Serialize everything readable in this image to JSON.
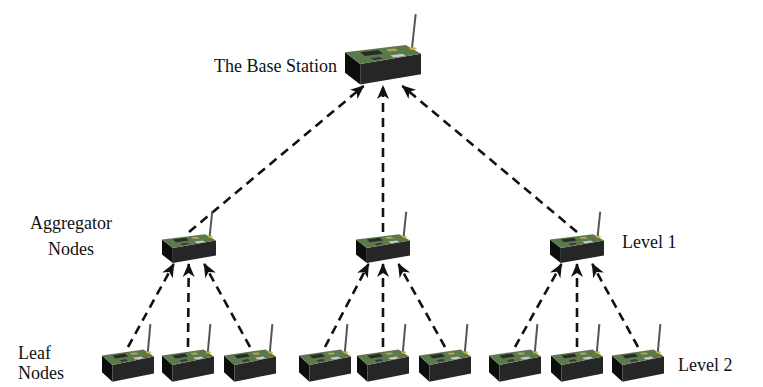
{
  "diagram": {
    "nodes": [
      {
        "text": [
          "The Base Station"
        ]
      },
      {
        "text": []
      },
      {
        "text": []
      },
      {
        "text": []
      },
      {
        "text": []
      },
      {
        "text": []
      },
      {
        "text": []
      },
      {
        "text": []
      },
      {
        "text": []
      },
      {
        "text": []
      },
      {
        "text": []
      },
      {
        "text": []
      },
      {
        "text": []
      }
    ],
    "edges": [
      {
        "from": 1,
        "to": 0,
        "arrow": "to"
      },
      {
        "from": 2,
        "to": 0,
        "arrow": "to"
      },
      {
        "from": 3,
        "to": 0,
        "arrow": "to"
      },
      {
        "from": 4,
        "to": 1,
        "arrow": "to"
      },
      {
        "from": 5,
        "to": 1,
        "arrow": "to"
      },
      {
        "from": 6,
        "to": 1,
        "arrow": "to"
      },
      {
        "from": 7,
        "to": 2,
        "arrow": "to"
      },
      {
        "from": 8,
        "to": 2,
        "arrow": "to"
      },
      {
        "from": 9,
        "to": 2,
        "arrow": "to"
      },
      {
        "from": 10,
        "to": 3,
        "arrow": "to"
      },
      {
        "from": 11,
        "to": 3,
        "arrow": "to"
      },
      {
        "from": 12,
        "to": 3,
        "arrow": "to"
      }
    ],
    "labels": [
      "Aggregator Nodes",
      "Level 1",
      "Leaf Nodes",
      "Level 2"
    ]
  }
}
